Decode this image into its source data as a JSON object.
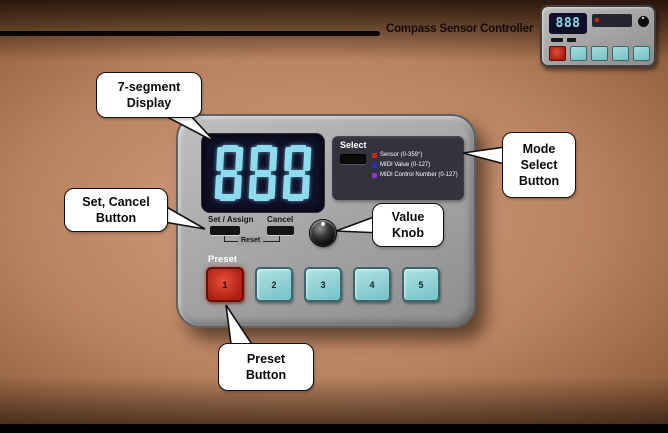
{
  "header": {
    "title": "Compass Sensor Controller"
  },
  "device": {
    "display_value": "888",
    "select": {
      "label": "Select",
      "modes": [
        {
          "label": "Sensor (0-359°)"
        },
        {
          "label": "MIDI Value (0-127)"
        },
        {
          "label": "MIDI Control Number (0-127)"
        }
      ]
    },
    "controls": {
      "set_assign": "Set / Assign",
      "cancel": "Cancel",
      "reset": "Reset"
    },
    "preset": {
      "label": "Preset",
      "buttons": [
        "1",
        "2",
        "3",
        "4",
        "5"
      ],
      "active_index": 0
    }
  },
  "thumbnail": {
    "display_value": "888"
  },
  "callouts": {
    "display": "7-segment\nDisplay",
    "mode": "Mode\nSelect\nButton",
    "set_cancel": "Set, Cancel\nButton",
    "value_knob": "Value\nKnob",
    "preset": "Preset\nButton"
  },
  "colors": {
    "display_segment": "#8fdbef",
    "display_background": "#101028",
    "mode_sensor_dot": "#d02418",
    "mode_midi_value_dot": "#2a2ad0",
    "mode_midi_cc_dot": "#9a30d0",
    "preset_active": "#c02818",
    "preset_normal": "#7cc8cc",
    "device_body": "#a8a8a8"
  }
}
